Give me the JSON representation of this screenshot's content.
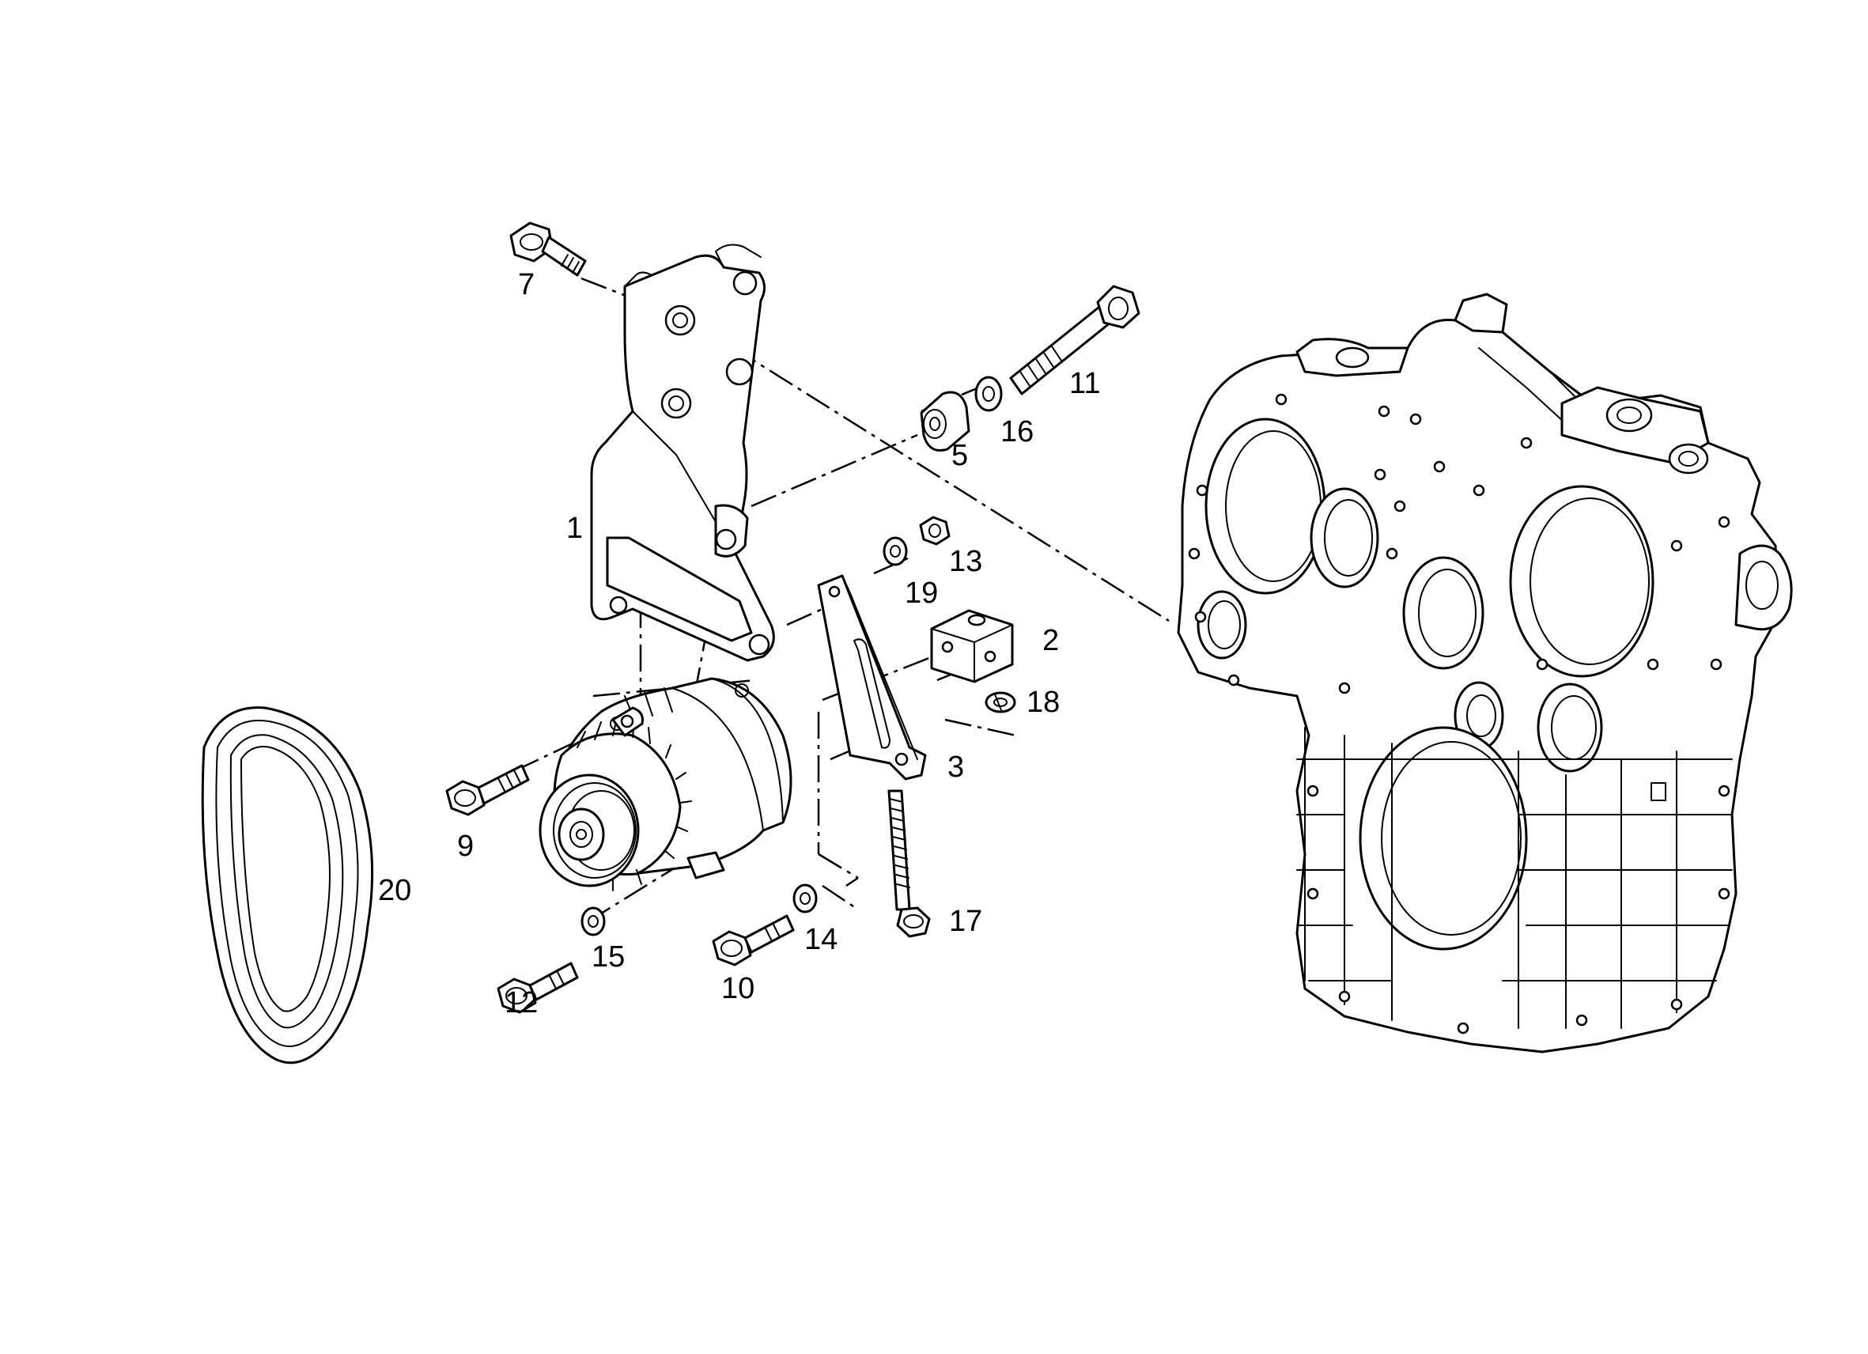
{
  "diagram": {
    "type": "exploded-parts-view",
    "colors": {
      "line": "#000000",
      "background": "#ffffff"
    },
    "callouts": [
      {
        "id": "c1",
        "label": "1"
      },
      {
        "id": "c2",
        "label": "2"
      },
      {
        "id": "c3",
        "label": "3"
      },
      {
        "id": "c5",
        "label": "5"
      },
      {
        "id": "c7",
        "label": "7"
      },
      {
        "id": "c9",
        "label": "9"
      },
      {
        "id": "c10",
        "label": "10"
      },
      {
        "id": "c11",
        "label": "11"
      },
      {
        "id": "c12",
        "label": "12"
      },
      {
        "id": "c13",
        "label": "13"
      },
      {
        "id": "c14",
        "label": "14"
      },
      {
        "id": "c15",
        "label": "15"
      },
      {
        "id": "c16",
        "label": "16"
      },
      {
        "id": "c17",
        "label": "17"
      },
      {
        "id": "c18",
        "label": "18"
      },
      {
        "id": "c19",
        "label": "19"
      },
      {
        "id": "c20",
        "label": "20"
      }
    ]
  }
}
